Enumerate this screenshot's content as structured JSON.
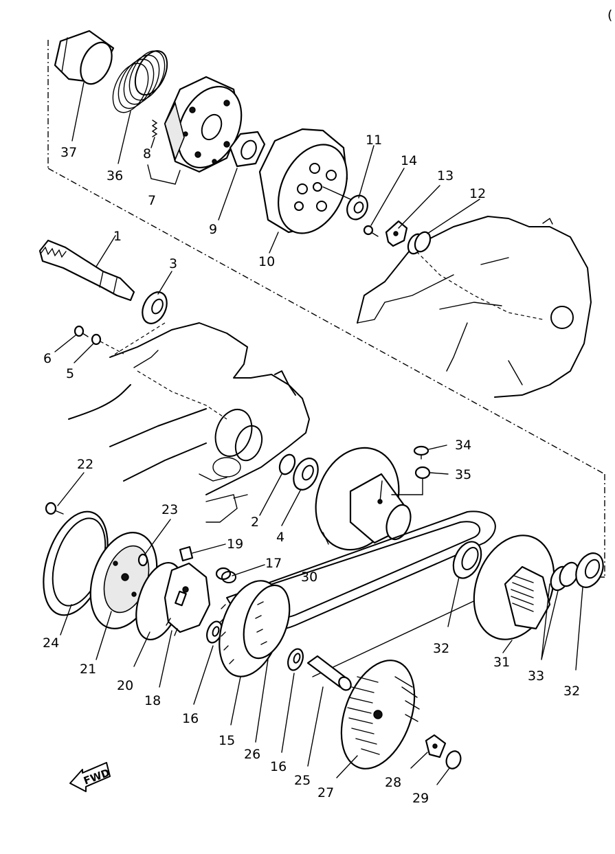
{
  "labels": {
    "l1": "1",
    "l2": "2",
    "l3": "3",
    "l4": "4",
    "l5": "5",
    "l6": "6",
    "l7": "7",
    "l8": "8",
    "l9": "9",
    "l10": "10",
    "l11": "11",
    "l12": "12",
    "l13": "13",
    "l14": "14",
    "l15": "15",
    "l16a": "16",
    "l16b": "16",
    "l17": "17",
    "l18": "18",
    "l19": "19",
    "l20": "20",
    "l21": "21",
    "l22": "22",
    "l23": "23",
    "l24": "24",
    "l25": "25",
    "l26": "26",
    "l27": "27",
    "l28": "28",
    "l29": "29",
    "l30": "30",
    "l31": "31",
    "l32a": "32",
    "l32b": "32",
    "l33": "33",
    "l34": "34",
    "l35": "35",
    "l36": "36",
    "l37": "37"
  },
  "fwd_label": "FWD",
  "corner_mark": "("
}
